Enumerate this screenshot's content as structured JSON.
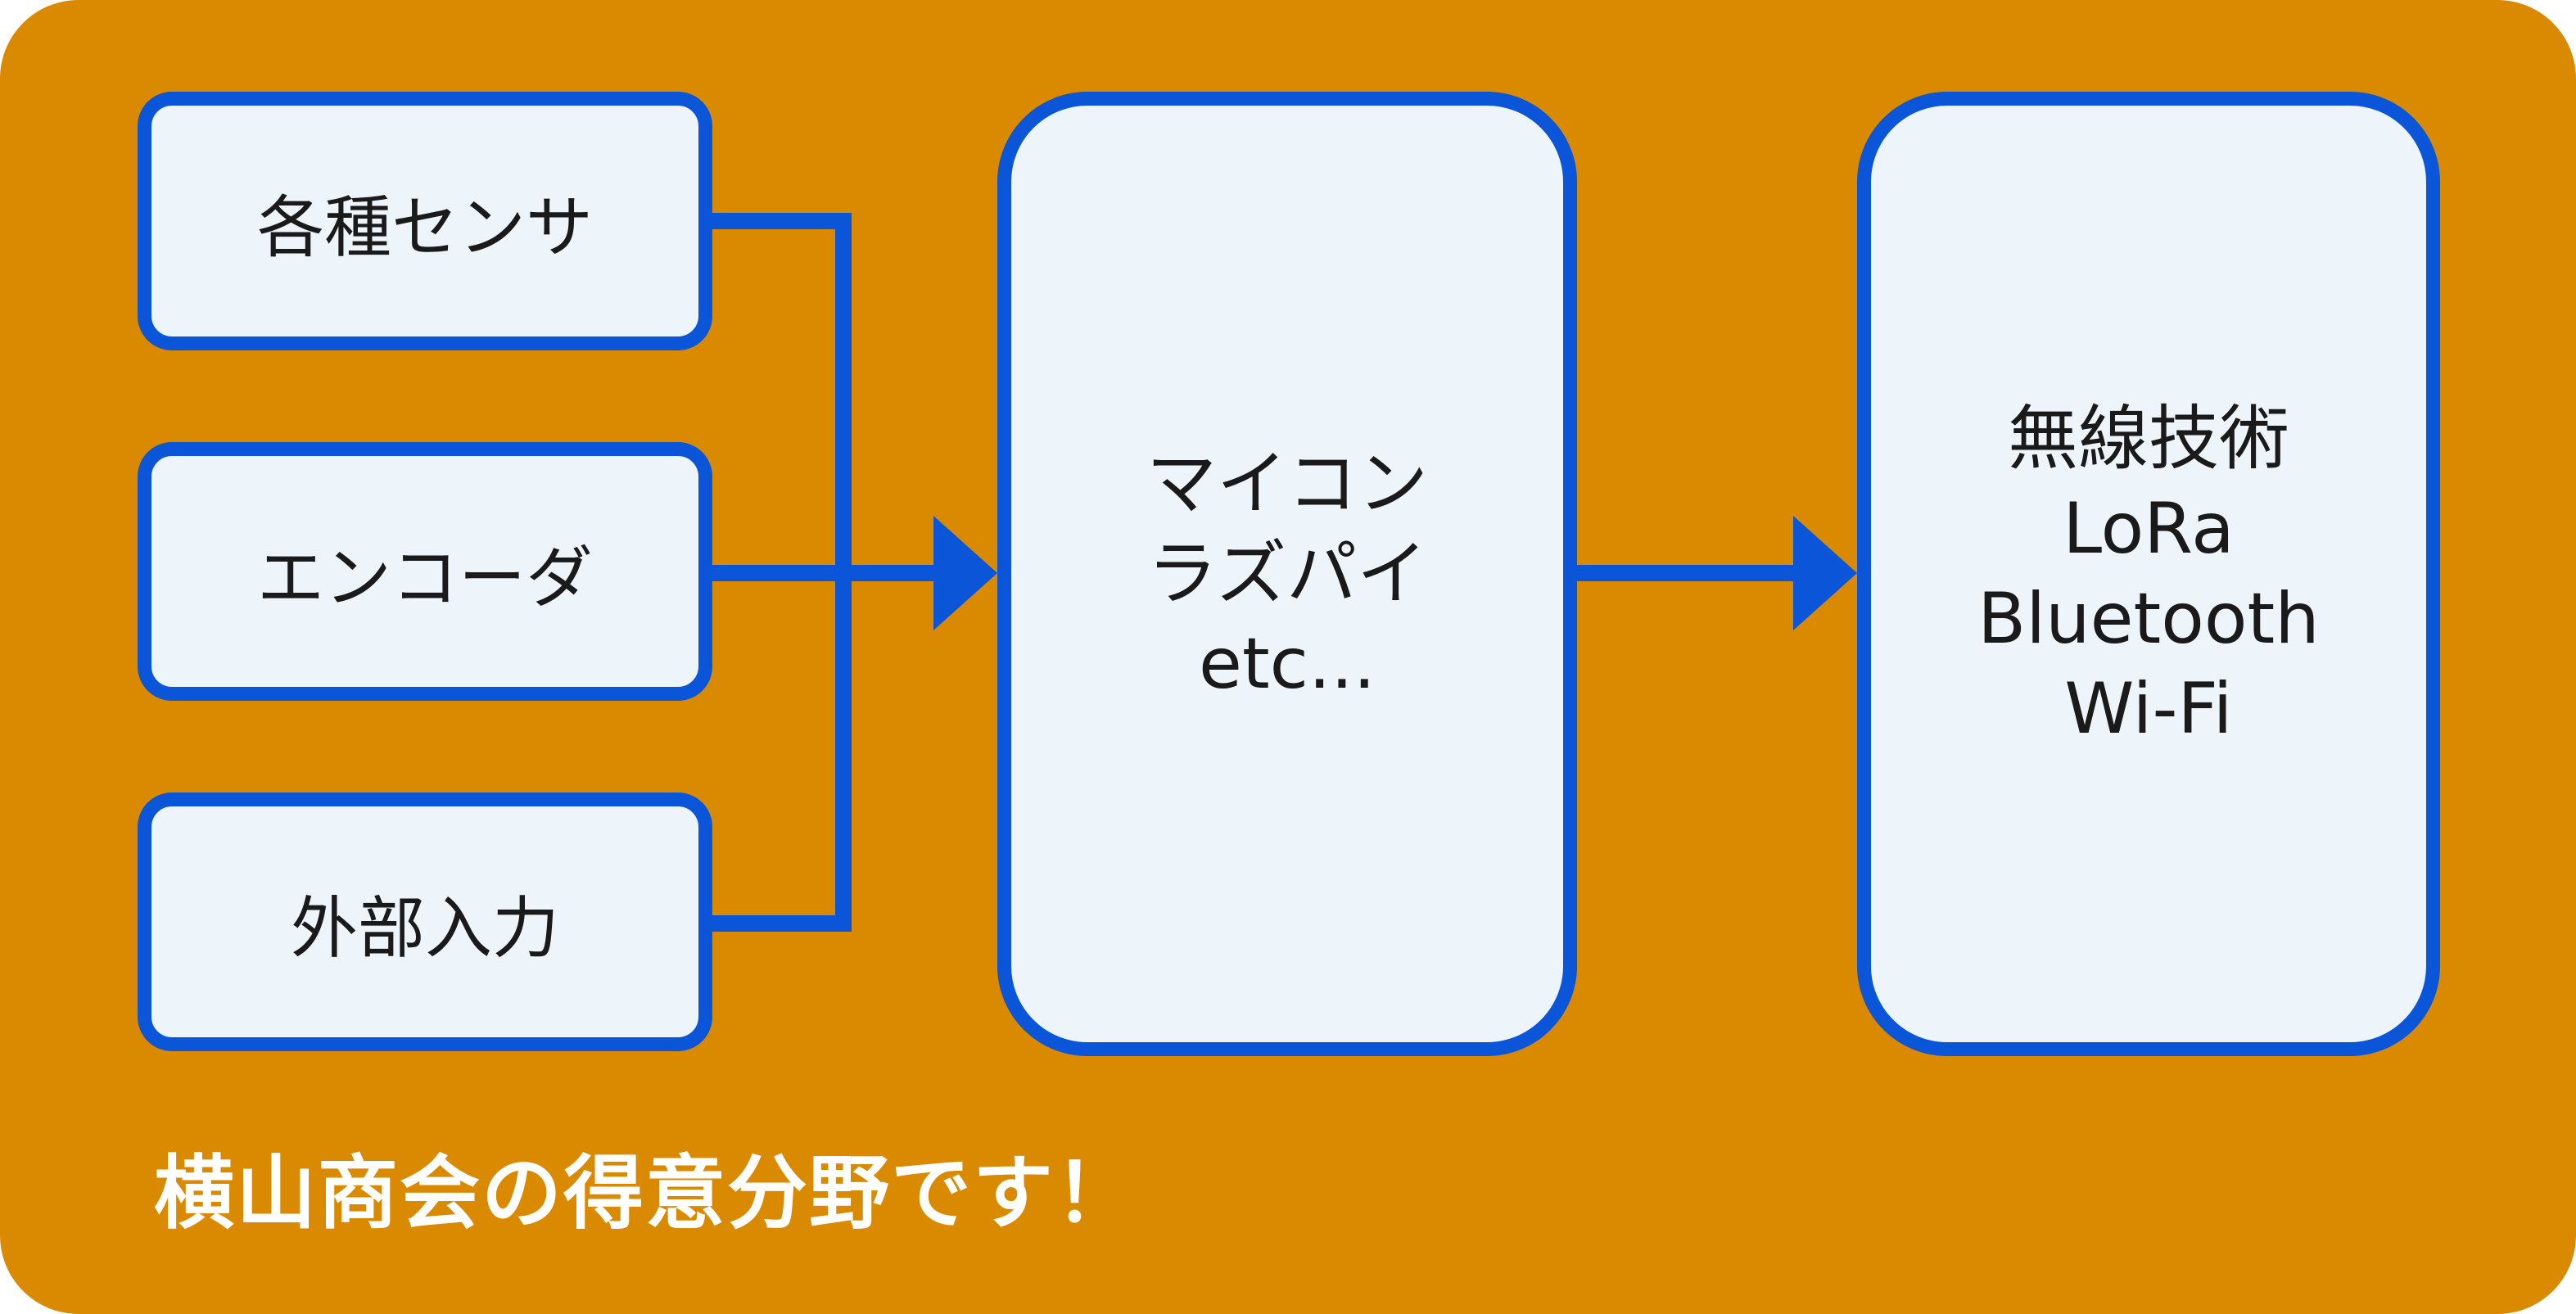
{
  "colors": {
    "background": "#DA8A00",
    "box_fill": "#EEF5FA",
    "stroke": "#0A55D8",
    "footer_text": "#FFFFFF"
  },
  "inputs": {
    "sensors": "各種センサ",
    "encoder": "エンコーダ",
    "external": "外部入力"
  },
  "controller": {
    "lines": [
      "マイコン",
      "ラズパイ",
      "etc..."
    ]
  },
  "wireless": {
    "lines": [
      "無線技術",
      "LoRa",
      "Bluetooth",
      "Wi-Fi"
    ]
  },
  "footer": {
    "text": "横山商会の得意分野です！"
  }
}
